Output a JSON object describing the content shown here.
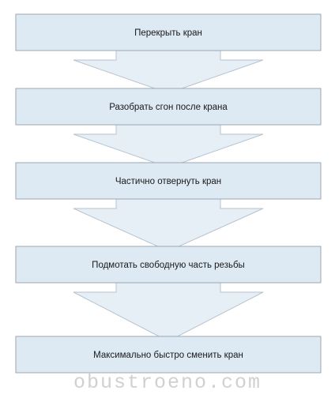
{
  "flowchart": {
    "steps": [
      "Перекрыть кран",
      "Разобрать сгон после крана",
      "Частично отвернуть кран",
      "Подмотать свободную часть резьбы",
      "Максимально быстро сменить кран"
    ]
  },
  "watermark": "obustroeno.com",
  "colors": {
    "box_fill": "#dde9f3",
    "box_stroke": "#9aa7b3",
    "arrow_fill": "#e6eef6",
    "arrow_stroke": "#b7c3ce"
  }
}
